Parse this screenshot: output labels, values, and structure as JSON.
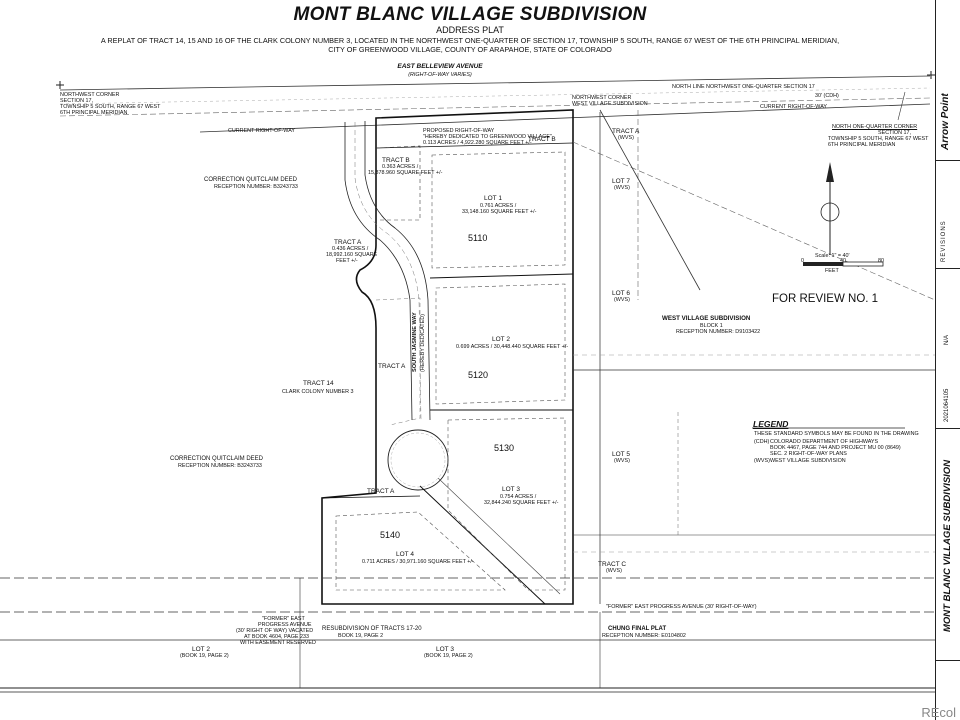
{
  "header": {
    "title": "MONT BLANC VILLAGE SUBDIVISION",
    "subtitle": "ADDRESS PLAT",
    "desc_line1": "A REPLAT OF TRACT 14, 15 AND 16 OF THE CLARK COLONY NUMBER 3, LOCATED IN THE NORTHWEST ONE-QUARTER OF SECTION 17, TOWNSHIP 5 SOUTH, RANGE 67 WEST OF THE 6TH PRINCIPAL MERIDIAN,",
    "desc_line2": "CITY OF GREENWOOD VILLAGE, COUNTY OF ARAPAHOE, STATE OF COLORADO"
  },
  "streets": {
    "belleview": "EAST BELLEVIEW AVENUE",
    "belleview_row": "(RIGHT-OF-WAY VARIES)",
    "jasmine": "SOUTH JASMINE WAY",
    "jasmine_sub": "(HEREBY DEDICATED)",
    "progress": "\"FORMER\" EAST PROGRESS AVENUE (30' RIGHT-OF-WAY)",
    "progress_left_1": "\"FORMER\" EAST",
    "progress_left_2": "PROGRESS AVENUE",
    "progress_left_3": "(30' RIGHT OF WAY) VACATED",
    "progress_left_4": "AT BOOK 4604, PAGE 233",
    "progress_left_5": "WITH EASEMENT RESERVED"
  },
  "corners": {
    "nw_1": "NORTHWEST CORNER",
    "nw_2": "SECTION 17,",
    "nw_3": "TOWNSHIP 5 SOUTH, RANGE 67 WEST",
    "nw_4": "6TH PRINCIPAL MERIDIAN",
    "nq_1": "NORTH ONE-QUARTER CORNER",
    "nq_2": "SECTION 17,",
    "nq_3": "TOWNSHIP 5 SOUTH, RANGE 67 WEST",
    "nq_4": "6TH PRINCIPAL MERIDIAN",
    "north_line": "NORTH LINE NORTHWEST ONE-QUARTER SECTION 17",
    "cdh": "30' (CDH)",
    "current_row_left": "CURRENT RIGHT-OF-WAY",
    "current_row_right": "CURRENT RIGHT-OF-WAY",
    "nw_wvs_1": "NORTHWEST CORNER",
    "nw_wvs_2": "WEST VILLAGE SUBDIVISION",
    "proposed_1": "PROPOSED RIGHT-OF-WAY",
    "proposed_2": "\"HEREBY DEDICATED TO GREENWOOD VILLAGE\"",
    "proposed_3": "0.113 ACRES / 4,922.280 SQUARE FEET +/-"
  },
  "tracts": {
    "tract_b_top": "TRACT B",
    "tract_b_name": "TRACT B",
    "tract_b_area_1": "0.363 ACRES /",
    "tract_b_area_2": "15,378.960 SQUARE FEET +/-",
    "tract_a_name": "TRACT A",
    "tract_a_area_1": "0.436 ACRES /",
    "tract_a_area_2": "18,992.160 SQUARE",
    "tract_a_area_3": "FEET +/-",
    "tract_a_mid": "TRACT A",
    "tract_a_low": "TRACT A",
    "tract_a_ne": "TRACT A",
    "tract_a_ne_sub": "(WVS)",
    "tract_c": "TRACT C",
    "tract_c_sub": "(WVS)",
    "tract14_1": "TRACT 14",
    "tract14_2": "CLARK COLONY NUMBER 3"
  },
  "lots": {
    "lot1": "LOT 1",
    "lot1_area_1": "0.761 ACRES /",
    "lot1_area_2": "33,148.160 SQUARE FEET +/-",
    "lot1_addr": "5110",
    "lot2": "LOT 2",
    "lot2_area": "0.699 ACRES / 30,448.440 SQUARE FEET +/-",
    "lot2_addr": "5120",
    "lot3": "LOT 3",
    "lot3_area_1": "0.754 ACRES /",
    "lot3_area_2": "32,844.240 SQUARE FEET +/-",
    "lot3_addr": "5130",
    "lot4": "LOT 4",
    "lot4_area": "0.711 ACRES / 30,971.160 SQUARE FEET +/-",
    "lot4_addr": "5140",
    "lot7": "LOT 7",
    "lot7_sub": "(WVS)",
    "lot6": "LOT 6",
    "lot6_sub": "(WVS)",
    "lot5": "LOT 5",
    "lot5_sub": "(WVS)",
    "lot2_b": "LOT 2",
    "lot2_b_sub": "(BOOK 19, PAGE 2)",
    "lot3_b": "LOT 3",
    "lot3_b_sub": "(BOOK 19, PAGE 2)"
  },
  "deeds": {
    "deed1_1": "CORRECTION QUITCLAIM DEED",
    "deed1_2": "RECEPTION NUMBER: B3243733",
    "deed2_1": "CORRECTION QUITCLAIM DEED",
    "deed2_2": "RECEPTION NUMBER: B3243733",
    "wvs_1": "WEST VILLAGE SUBDIVISION",
    "wvs_2": "BLOCK 1",
    "wvs_3": "RECEPTION NUMBER: D9103422",
    "resub_1": "RESUBDIVISION OF TRACTS 17-20",
    "resub_2": "BOOK 19, PAGE 2",
    "chung_1": "CHUNG FINAL PLAT",
    "chung_2": "RECEPTION NUMBER: E0104802"
  },
  "review": "FOR REVIEW NO. 1",
  "scale": {
    "label": "Scale: 1\" = 40'",
    "t0": "0",
    "t1": "40",
    "t2": "80",
    "unit": "FEET"
  },
  "legend": {
    "title": "LEGEND",
    "note": "THESE STANDARD SYMBOLS MAY BE FOUND IN THE DRAWING",
    "cdh_key": "(CDH)",
    "cdh_1": "COLORADO DEPARTMENT OF HIGHWAYS",
    "cdh_2": "BOOK 4467, PAGE 744 AND PROJECT MU 00 (8649)",
    "cdh_3": "SEC. 2 RIGHT-OF-WAY PLANS",
    "wvs_key": "(WVS)",
    "wvs_1": "WEST VILLAGE SUBDIVISION"
  },
  "sidebar": {
    "company": "Arrow Point",
    "title": "MONT BLANC VILLAGE SUBDIVISION",
    "revisions": "REVISIONS",
    "job": "2021064105",
    "na": "N/A"
  },
  "watermark": "REcol"
}
